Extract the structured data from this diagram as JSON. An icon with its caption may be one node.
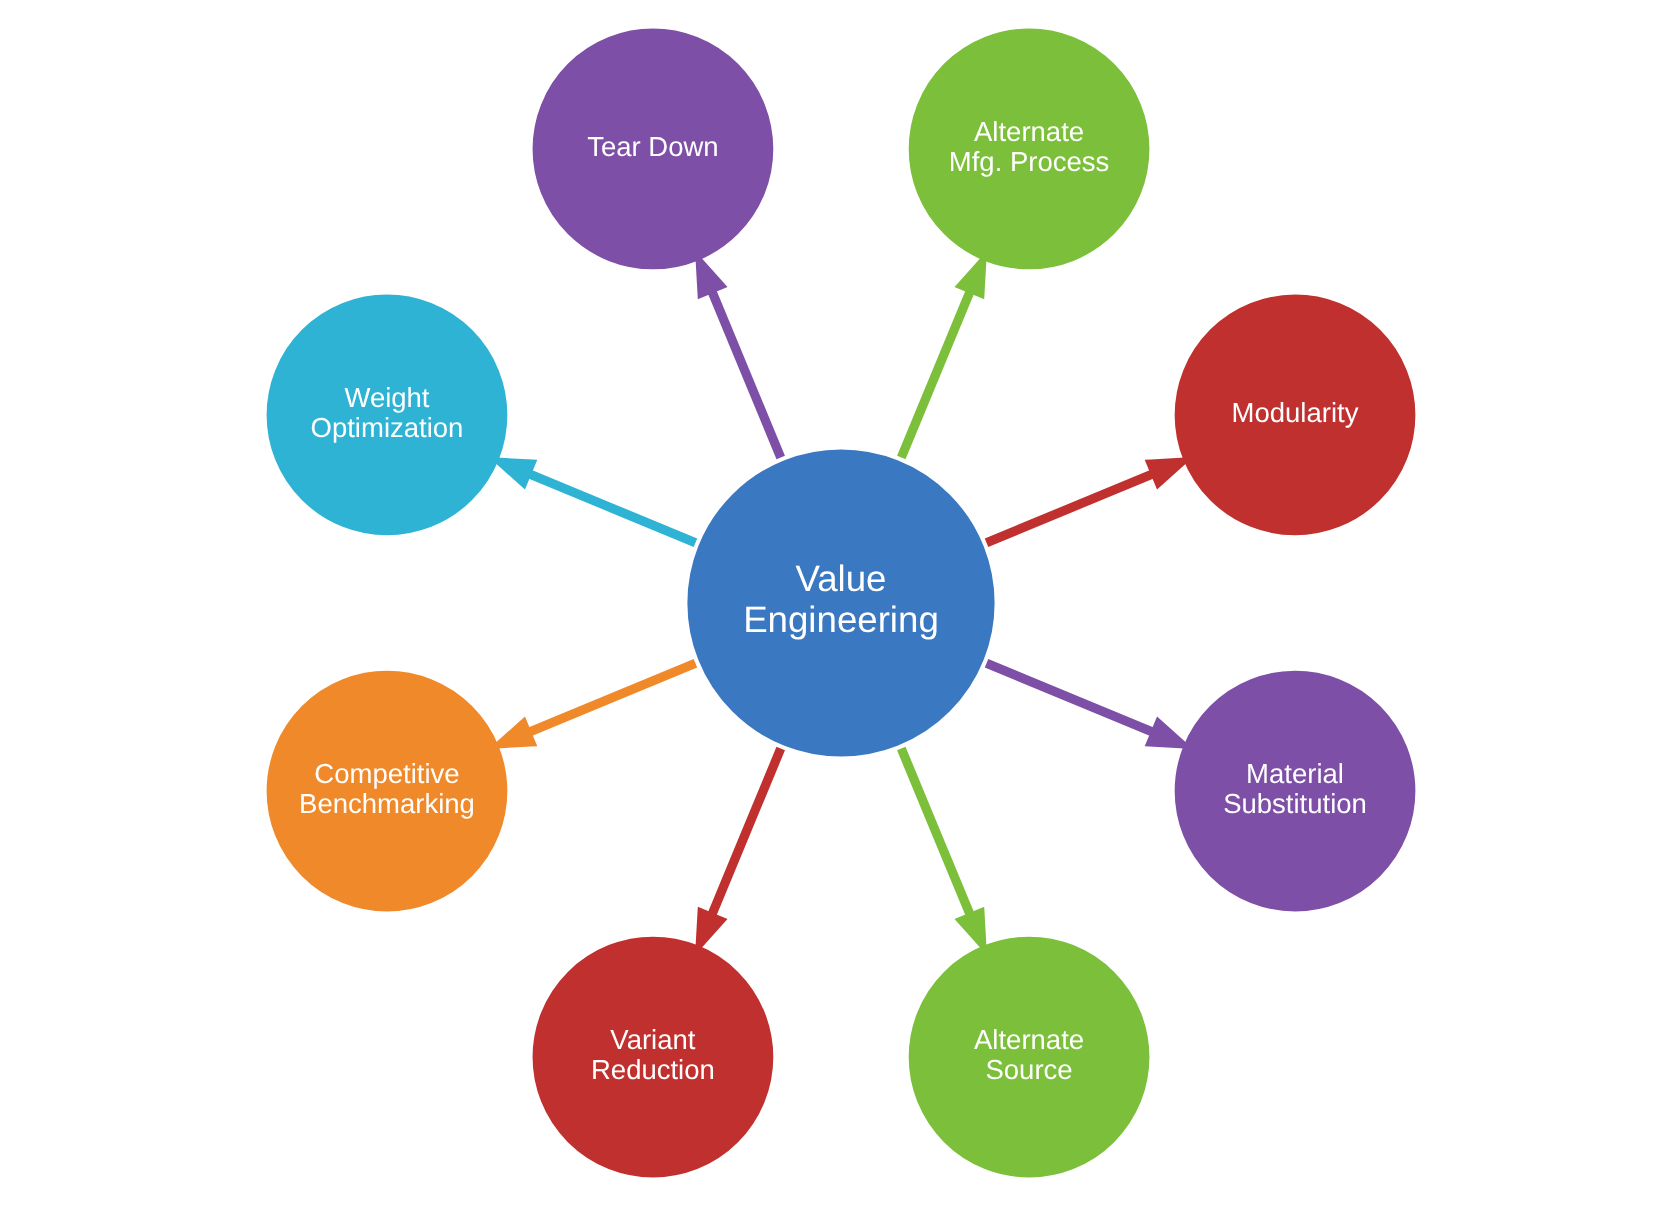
{
  "diagram": {
    "nodes": [
      {
        "text": [
          "Value Engineering"
        ]
      },
      {
        "text": [
          "Modularity"
        ]
      },
      {
        "text": [
          "Alternate Mfg. Process"
        ]
      },
      {
        "text": [
          "Tear Down"
        ]
      },
      {
        "text": [
          "Weight Optimization"
        ]
      },
      {
        "text": [
          "Competitive Benchmarking"
        ]
      },
      {
        "text": [
          "Variant Reduction"
        ]
      },
      {
        "text": [
          "Alternate Source"
        ]
      },
      {
        "text": [
          "Material Substitution"
        ]
      }
    ],
    "edges": [
      {
        "from": 0,
        "to": 1,
        "arrow": "to",
        "color": "#c0302e"
      },
      {
        "from": 0,
        "to": 2,
        "arrow": "to",
        "color": "#7cbf3a"
      },
      {
        "from": 0,
        "to": 3,
        "arrow": "to",
        "color": "#7e4fa6"
      },
      {
        "from": 0,
        "to": 4,
        "arrow": "to",
        "color": "#2fb3d4"
      },
      {
        "from": 0,
        "to": 5,
        "arrow": "to",
        "color": "#f0892a"
      },
      {
        "from": 0,
        "to": 6,
        "arrow": "to",
        "color": "#c0302e"
      },
      {
        "from": 0,
        "to": 7,
        "arrow": "to",
        "color": "#7cbf3a"
      },
      {
        "from": 0,
        "to": 8,
        "arrow": "to",
        "color": "#7e4fa6"
      }
    ]
  }
}
